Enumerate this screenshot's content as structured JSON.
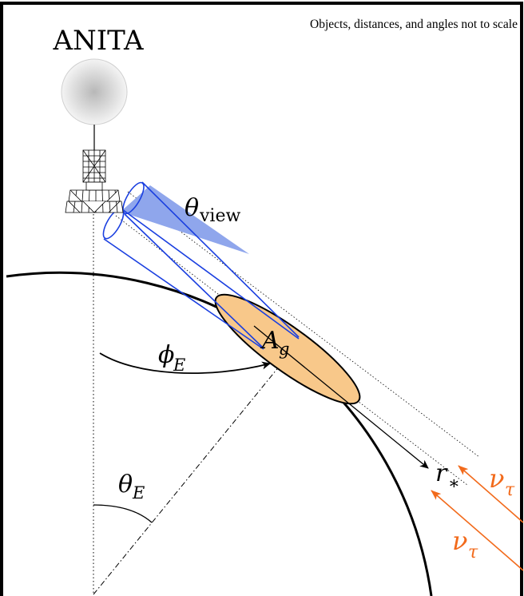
{
  "title": "ANITA",
  "note": "Objects, distances, and angles not to scale",
  "labels": {
    "theta_view": {
      "symbol": "θ",
      "sub": "view"
    },
    "A_g": {
      "symbol": "A",
      "sub": "g"
    },
    "phi_E": {
      "symbol": "ϕ",
      "sub": "E"
    },
    "theta_E": {
      "symbol": "θ",
      "sub": "E"
    },
    "r_star": {
      "symbol": "r",
      "sub": "∗"
    },
    "nu_tau_upper": {
      "symbol": "ν",
      "sub": "τ"
    },
    "nu_tau_lower": {
      "symbol": "ν",
      "sub": "τ"
    }
  },
  "colors": {
    "cone": "#1a3fe0",
    "cone_fill": "#8fa6ec",
    "ellipse_fill": "#f8c88a",
    "neutrino": "#f26a1b",
    "outline": "#000000",
    "balloon_light": "#f4f4f4",
    "balloon_dark": "#bdbdbd"
  },
  "icons": {
    "balloon": "balloon-icon",
    "payload": "antenna-payload-icon"
  }
}
